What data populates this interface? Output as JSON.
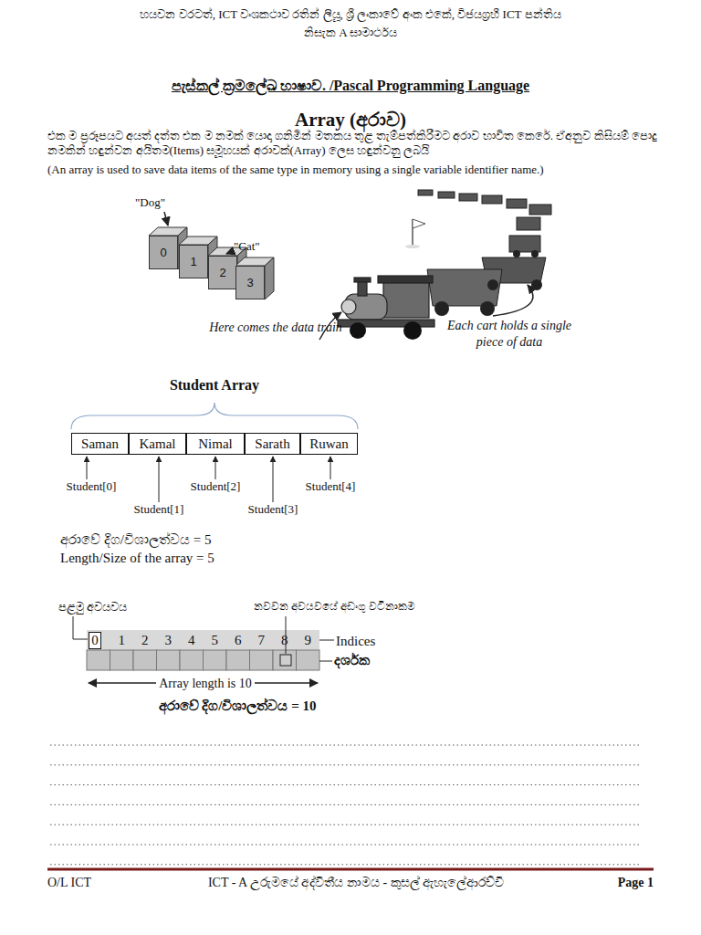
{
  "diagram": {
    "title": "පැස්කල් ක්‍රමලේඛ භාෂාව. /Pascal Programming Language",
    "nodes": [
      {
        "text": [
          "0"
        ]
      },
      {
        "text": [
          "1"
        ]
      },
      {
        "text": [
          "2"
        ]
      },
      {
        "text": [
          "3"
        ]
      },
      {
        "text": [
          "Saman"
        ]
      },
      {
        "text": [
          "Kamal"
        ]
      },
      {
        "text": [
          "Nimal"
        ]
      },
      {
        "text": [
          "Sarath"
        ]
      },
      {
        "text": [
          "Ruwan"
        ]
      },
      {
        "text": [
          "0"
        ]
      }
    ],
    "labels": [
      "හයවන වරටත්, ICT වංශකථාව රතින් ලියූ, ශ්‍රී ලංකාවේ අංක එකේ, විජයග්‍රහී ICT පන්තිය",
      "නිසැක A සාමාර්ථය",
      "Array (අරාව)",
      "එක ම ප්‍රරූපයට අයත් දත්ත එක ම නමක් යොදා ගනිමින් මතකය තුළ තැම්පත්කිරීමට අරාව භාවිත කෙරේ. ඒඅනුව කිසියම් පොදු නමකින් හඳුන්වන අයිතම(Items) සමූහයක් අරාවක්(Array) ලෙස හඳුන්වනු ලබයි",
      "(An array is used to save data items of the same type in memory using a single variable identifier name.)",
      "\"Dog\"",
      "\"Cat\"",
      "Here comes the data train",
      "Each cart holds a single piece of data",
      "Student Array",
      "Student[0]",
      "Student[1]",
      "Student[2]",
      "Student[3]",
      "Student[4]",
      "අරාවේ දිග/විශාලත්වය = 5",
      "Length/Size of the array = 5",
      "පළමු අවයවය",
      "නවවන අවයවයේ අඩංගු වටිනාකම",
      "1",
      "2",
      "3",
      "4",
      "5",
      "6",
      "7",
      "8",
      "9",
      "Indices",
      "දර්ශක",
      "Array length is 10",
      "අරාවේ දිග/විශාලත්වය = 10",
      "O/L ICT",
      "ICT - A උරුමයේ අද්විතීය නාමය - කුසල් ඇහැලේආරච්චි",
      "Page 1"
    ]
  }
}
